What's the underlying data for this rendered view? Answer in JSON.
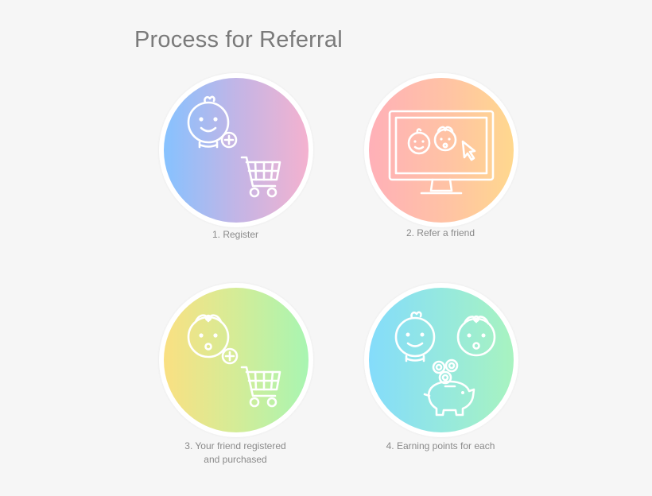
{
  "title": "Process for Referral",
  "steps": [
    {
      "label_line1": "1. Register",
      "label_line2": "",
      "icons": [
        "baby-add-icon",
        "shopping-cart-icon"
      ],
      "gradient": [
        "#86c2ff",
        "#f4b2cf"
      ]
    },
    {
      "label_line1": "2. Refer a friend",
      "label_line2": "",
      "icons": [
        "monitor-icon",
        "baby-icon",
        "baby-girl-icon",
        "cursor-icon"
      ],
      "gradient": [
        "#ffb0b8",
        "#ffd88e"
      ]
    },
    {
      "label_line1": "3. Your friend registered",
      "label_line2": "and purchased",
      "icons": [
        "baby-girl-add-icon",
        "shopping-cart-icon"
      ],
      "gradient": [
        "#fae082",
        "#a8f5b2"
      ]
    },
    {
      "label_line1": "4. Earning points for each",
      "label_line2": "",
      "icons": [
        "baby-icon",
        "baby-girl-icon",
        "coins-icon",
        "piggy-bank-icon"
      ],
      "gradient": [
        "#84dcfb",
        "#a8f3c0"
      ]
    }
  ]
}
